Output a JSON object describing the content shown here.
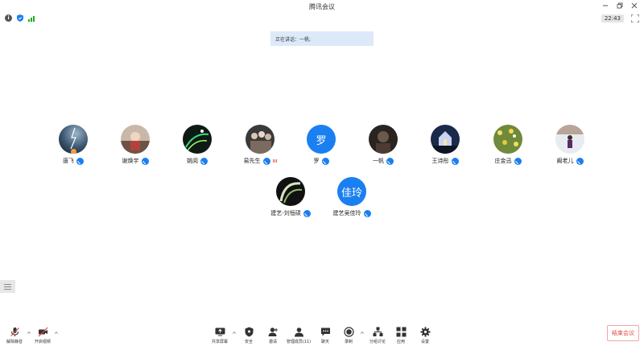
{
  "window": {
    "title": "腾讯会议"
  },
  "clock": "22:43",
  "speaking": {
    "text": "正在讲话：一帆;"
  },
  "participants": [
    {
      "name": "唐飞",
      "avatar": "photo-storm"
    },
    {
      "name": "谢焕宇",
      "avatar": "photo-girl"
    },
    {
      "name": "姚阅",
      "avatar": "photo-neon"
    },
    {
      "name": "易先生",
      "avatar": "photo-group"
    },
    {
      "name": "罗",
      "avatar_text": "罗"
    },
    {
      "name": "一帆",
      "avatar": "photo-dark"
    },
    {
      "name": "王诗彤",
      "avatar": "photo-castle"
    },
    {
      "name": "庄金迅",
      "avatar": "photo-flowers"
    },
    {
      "name": "阚老儿",
      "avatar": "photo-snow"
    },
    {
      "name": "建艺-刘恒硕",
      "avatar": "photo-swirl"
    },
    {
      "name": "建艺吴佳玲",
      "avatar_text": "佳玲"
    }
  ],
  "toolbar": {
    "unmute": "解除静音",
    "video": "开启视频",
    "share": "共享屏幕",
    "security": "安全",
    "invite": "邀请",
    "members": "管理成员(11)",
    "chat": "聊天",
    "record": "录制",
    "breakout": "分组讨论",
    "apps": "应用",
    "settings": "设置",
    "end": "结束会议"
  },
  "colors": {
    "accent": "#1a7ff0",
    "end": "#e54545",
    "banner": "#dce9f8"
  }
}
